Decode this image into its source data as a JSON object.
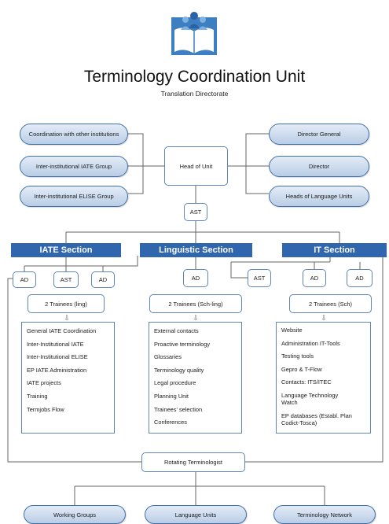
{
  "header": {
    "title": "Terminology Coordination Unit",
    "subtitle": "Translation Directorate"
  },
  "top": {
    "left_pills": [
      "Coordination with other institutions",
      "Inter-institutional IATE Group",
      "Inter-institutional ELISE Group"
    ],
    "right_pills": [
      "Director General",
      "Director",
      "Heads of Language Units"
    ],
    "head": "Head of Unit",
    "ast": "AST"
  },
  "sections": {
    "iate": "IATE Section",
    "linguistic": "Linguistic Section",
    "it": "IT Section"
  },
  "staff": {
    "iate_ad_left": "AD",
    "iate_ast": "AST",
    "iate_ad_right": "AD",
    "ling_ad": "AD",
    "ling_ast": "AST",
    "it_ad_left": "AD",
    "it_ad_right": "AD"
  },
  "trainees": {
    "iate": "2 Trainees (ling)",
    "linguistic": "2 Trainees (Sch-ling)",
    "it": "2 Trainees (Sch)"
  },
  "tasks": {
    "iate": [
      "General IATE Coordination",
      "Inter-Institutional IATE",
      "Inter-Institutional ELISE",
      "EP IATE Administration",
      "IATE projects",
      "Training",
      "Termjobs Flow"
    ],
    "linguistic": [
      "External contacts",
      "Proactive terminology",
      "Glossaries",
      "Terminology quality",
      "Legal procedure",
      "Planning Unit",
      "Trainees' selection",
      "Conferences"
    ],
    "it": [
      "Website",
      "Administration IT-Tools",
      "Testing tools",
      "Gepro & T-Flow",
      "Contacts: ITS/ITEC",
      "Language Technology Watch",
      "EP databases (Establ. Plan Codict-Tosca)"
    ]
  },
  "rotating": "Rotating Terminologist",
  "bottom_pills": [
    "Working Groups",
    "Language Units",
    "Terminology Network"
  ],
  "colors": {
    "section_blue": "#2f66ad",
    "pill_fill": "#c9d9ee",
    "border_blue": "#5e86b8",
    "line_gray": "#666666",
    "logo_blue": "#3d7fc1"
  }
}
